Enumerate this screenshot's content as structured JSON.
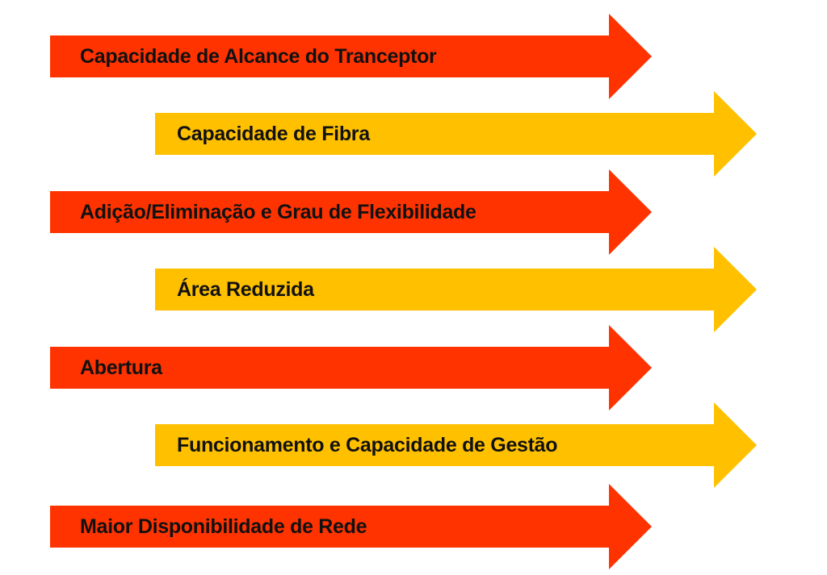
{
  "colors": {
    "red": "#ff3300",
    "yellow": "#ffc000",
    "text": "#111111"
  },
  "arrows": [
    {
      "label": "Capacidade de Alcance do Tranceptor",
      "color": "red"
    },
    {
      "label": "Capacidade de Fibra",
      "color": "yellow"
    },
    {
      "label": "Adição/Eliminação e Grau de Flexibilidade",
      "color": "red"
    },
    {
      "label": "Área Reduzida",
      "color": "yellow"
    },
    {
      "label": "Abertura",
      "color": "red"
    },
    {
      "label": "Funcionamento e Capacidade de Gestão",
      "color": "yellow"
    },
    {
      "label": "Maior Disponibilidade de Rede",
      "color": "red"
    }
  ]
}
